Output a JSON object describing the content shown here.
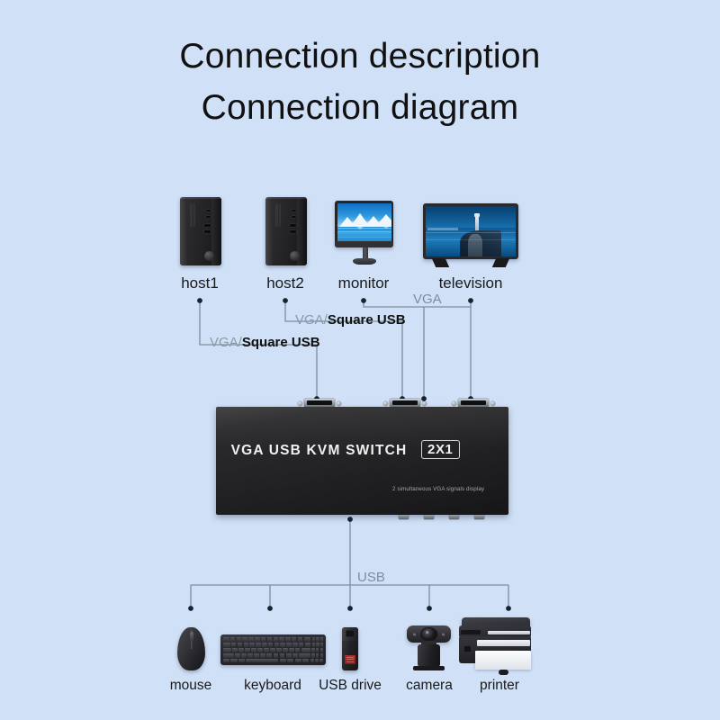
{
  "page": {
    "background_color": "#cfe0f7",
    "title_line1": "Connection description",
    "title_line2": "Connection diagram"
  },
  "sources": {
    "host1": {
      "label": "host1"
    },
    "host2": {
      "label": "host2"
    },
    "monitor": {
      "label": "monitor"
    },
    "television": {
      "label": "television"
    }
  },
  "wire_labels": {
    "host1_link_prefix": "VGA/",
    "host1_link_suffix": "Square USB",
    "host2_link_prefix": "VGA/",
    "host2_link_suffix": "Square USB",
    "display_link": "VGA",
    "usb_bus": "USB"
  },
  "switch": {
    "title": "VGA USB KVM SWITCH",
    "badge": "2X1",
    "fine_print": "2 simultaneous VGA signals display",
    "accent_color": "#f0f0f0",
    "body_color": "#242426"
  },
  "peripherals": [
    {
      "label": "mouse",
      "icon": "mouse-icon"
    },
    {
      "label": "keyboard",
      "icon": "keyboard-icon"
    },
    {
      "label": "USB drive",
      "icon": "usb-drive-icon"
    },
    {
      "label": "camera",
      "icon": "webcam-icon"
    },
    {
      "label": "printer",
      "icon": "printer-icon"
    }
  ],
  "wire_color": "#7d8e9d",
  "label_color": "#1a1a1a",
  "gray_label_color": "#8a9aa8"
}
